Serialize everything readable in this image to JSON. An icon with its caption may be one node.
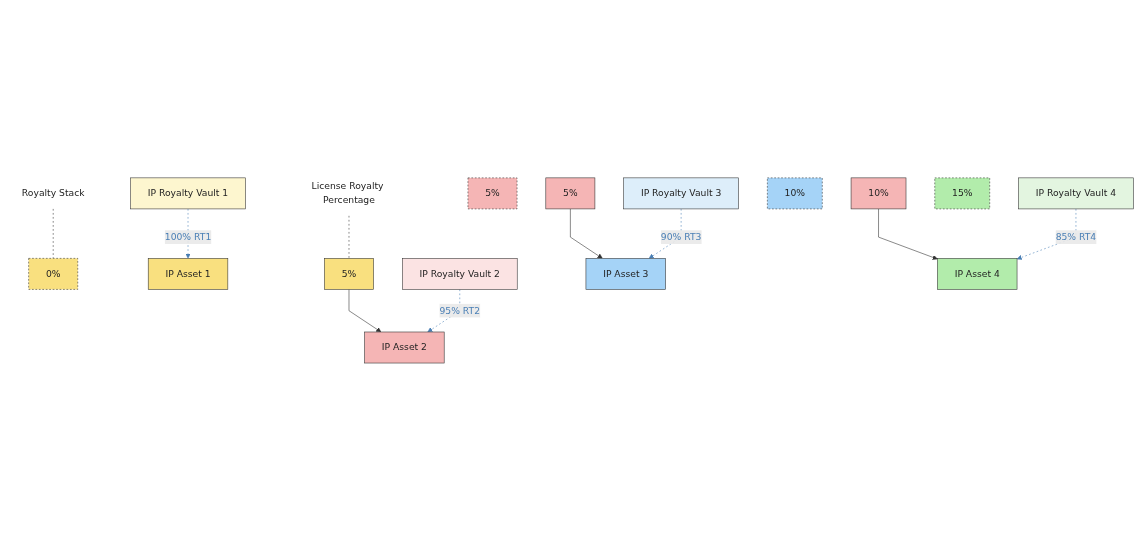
{
  "diagram": {
    "nodes": [
      {
        "text": [
          "Royalty Stack"
        ]
      },
      {
        "text": [
          "0%"
        ]
      },
      {
        "text": [
          "IP Asset 1"
        ]
      },
      {
        "text": [
          "IP Royalty Vault 1"
        ]
      },
      {
        "text": [
          "License Royalty Percentage"
        ]
      },
      {
        "text": [
          "5%"
        ]
      },
      {
        "text": [
          "5%"
        ]
      },
      {
        "text": [
          "IP Asset 2"
        ]
      },
      {
        "text": [
          "IP Royalty Vault 2"
        ]
      },
      {
        "text": [
          "5%"
        ]
      },
      {
        "text": [
          "10%"
        ]
      },
      {
        "text": [
          "10%"
        ]
      },
      {
        "text": [
          "IP Asset 3"
        ]
      },
      {
        "text": [
          "IP Royalty Vault 3"
        ]
      },
      {
        "text": [
          "15%"
        ]
      },
      {
        "text": [
          "IP Asset 4"
        ]
      },
      {
        "text": [
          "IP Royalty Vault 4"
        ]
      }
    ],
    "edges": [
      {
        "from": 0,
        "to": 1,
        "arrow": "none",
        "style": "dashed"
      },
      {
        "from": 3,
        "to": 2,
        "arrow": "to",
        "label": "100% RT1",
        "style": "dashed",
        "color": "#4a7fb5"
      },
      {
        "from": 4,
        "to": 5,
        "arrow": "none",
        "style": "dashed"
      },
      {
        "from": 5,
        "to": 7,
        "arrow": "to"
      },
      {
        "from": 8,
        "to": 7,
        "arrow": "to",
        "label": "95% RT2",
        "style": "dashed",
        "color": "#4a7fb5"
      },
      {
        "from": 9,
        "to": 12,
        "arrow": "to"
      },
      {
        "from": 10,
        "to": 15,
        "arrow": "to"
      },
      {
        "from": 13,
        "to": 12,
        "arrow": "to",
        "label": "90% RT3",
        "style": "dashed",
        "color": "#4a7fb5"
      },
      {
        "from": 16,
        "to": 15,
        "arrow": "to",
        "label": "85% RT4",
        "style": "dashed",
        "color": "#4a7fb5"
      }
    ]
  }
}
